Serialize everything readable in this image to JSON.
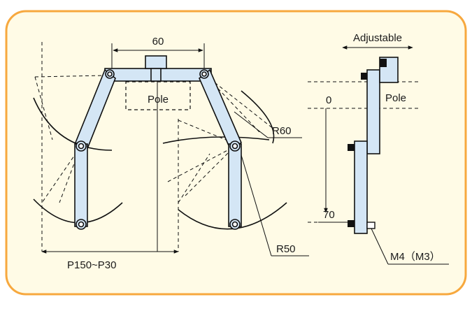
{
  "diagram": {
    "colors": {
      "border": "#f7a83e",
      "panel": "#fffbe6",
      "part_fill": "#d4e6f5",
      "line": "#111111"
    },
    "labels": {
      "top_width": "60",
      "pole_left": "Pole",
      "radius_upper": "R60",
      "radius_lower": "R50",
      "pitch_range": "P150~P30",
      "adjustable": "Adjustable",
      "zero": "0",
      "pole_right": "Pole",
      "seventy": "70",
      "screw": "M4（M3）"
    }
  }
}
